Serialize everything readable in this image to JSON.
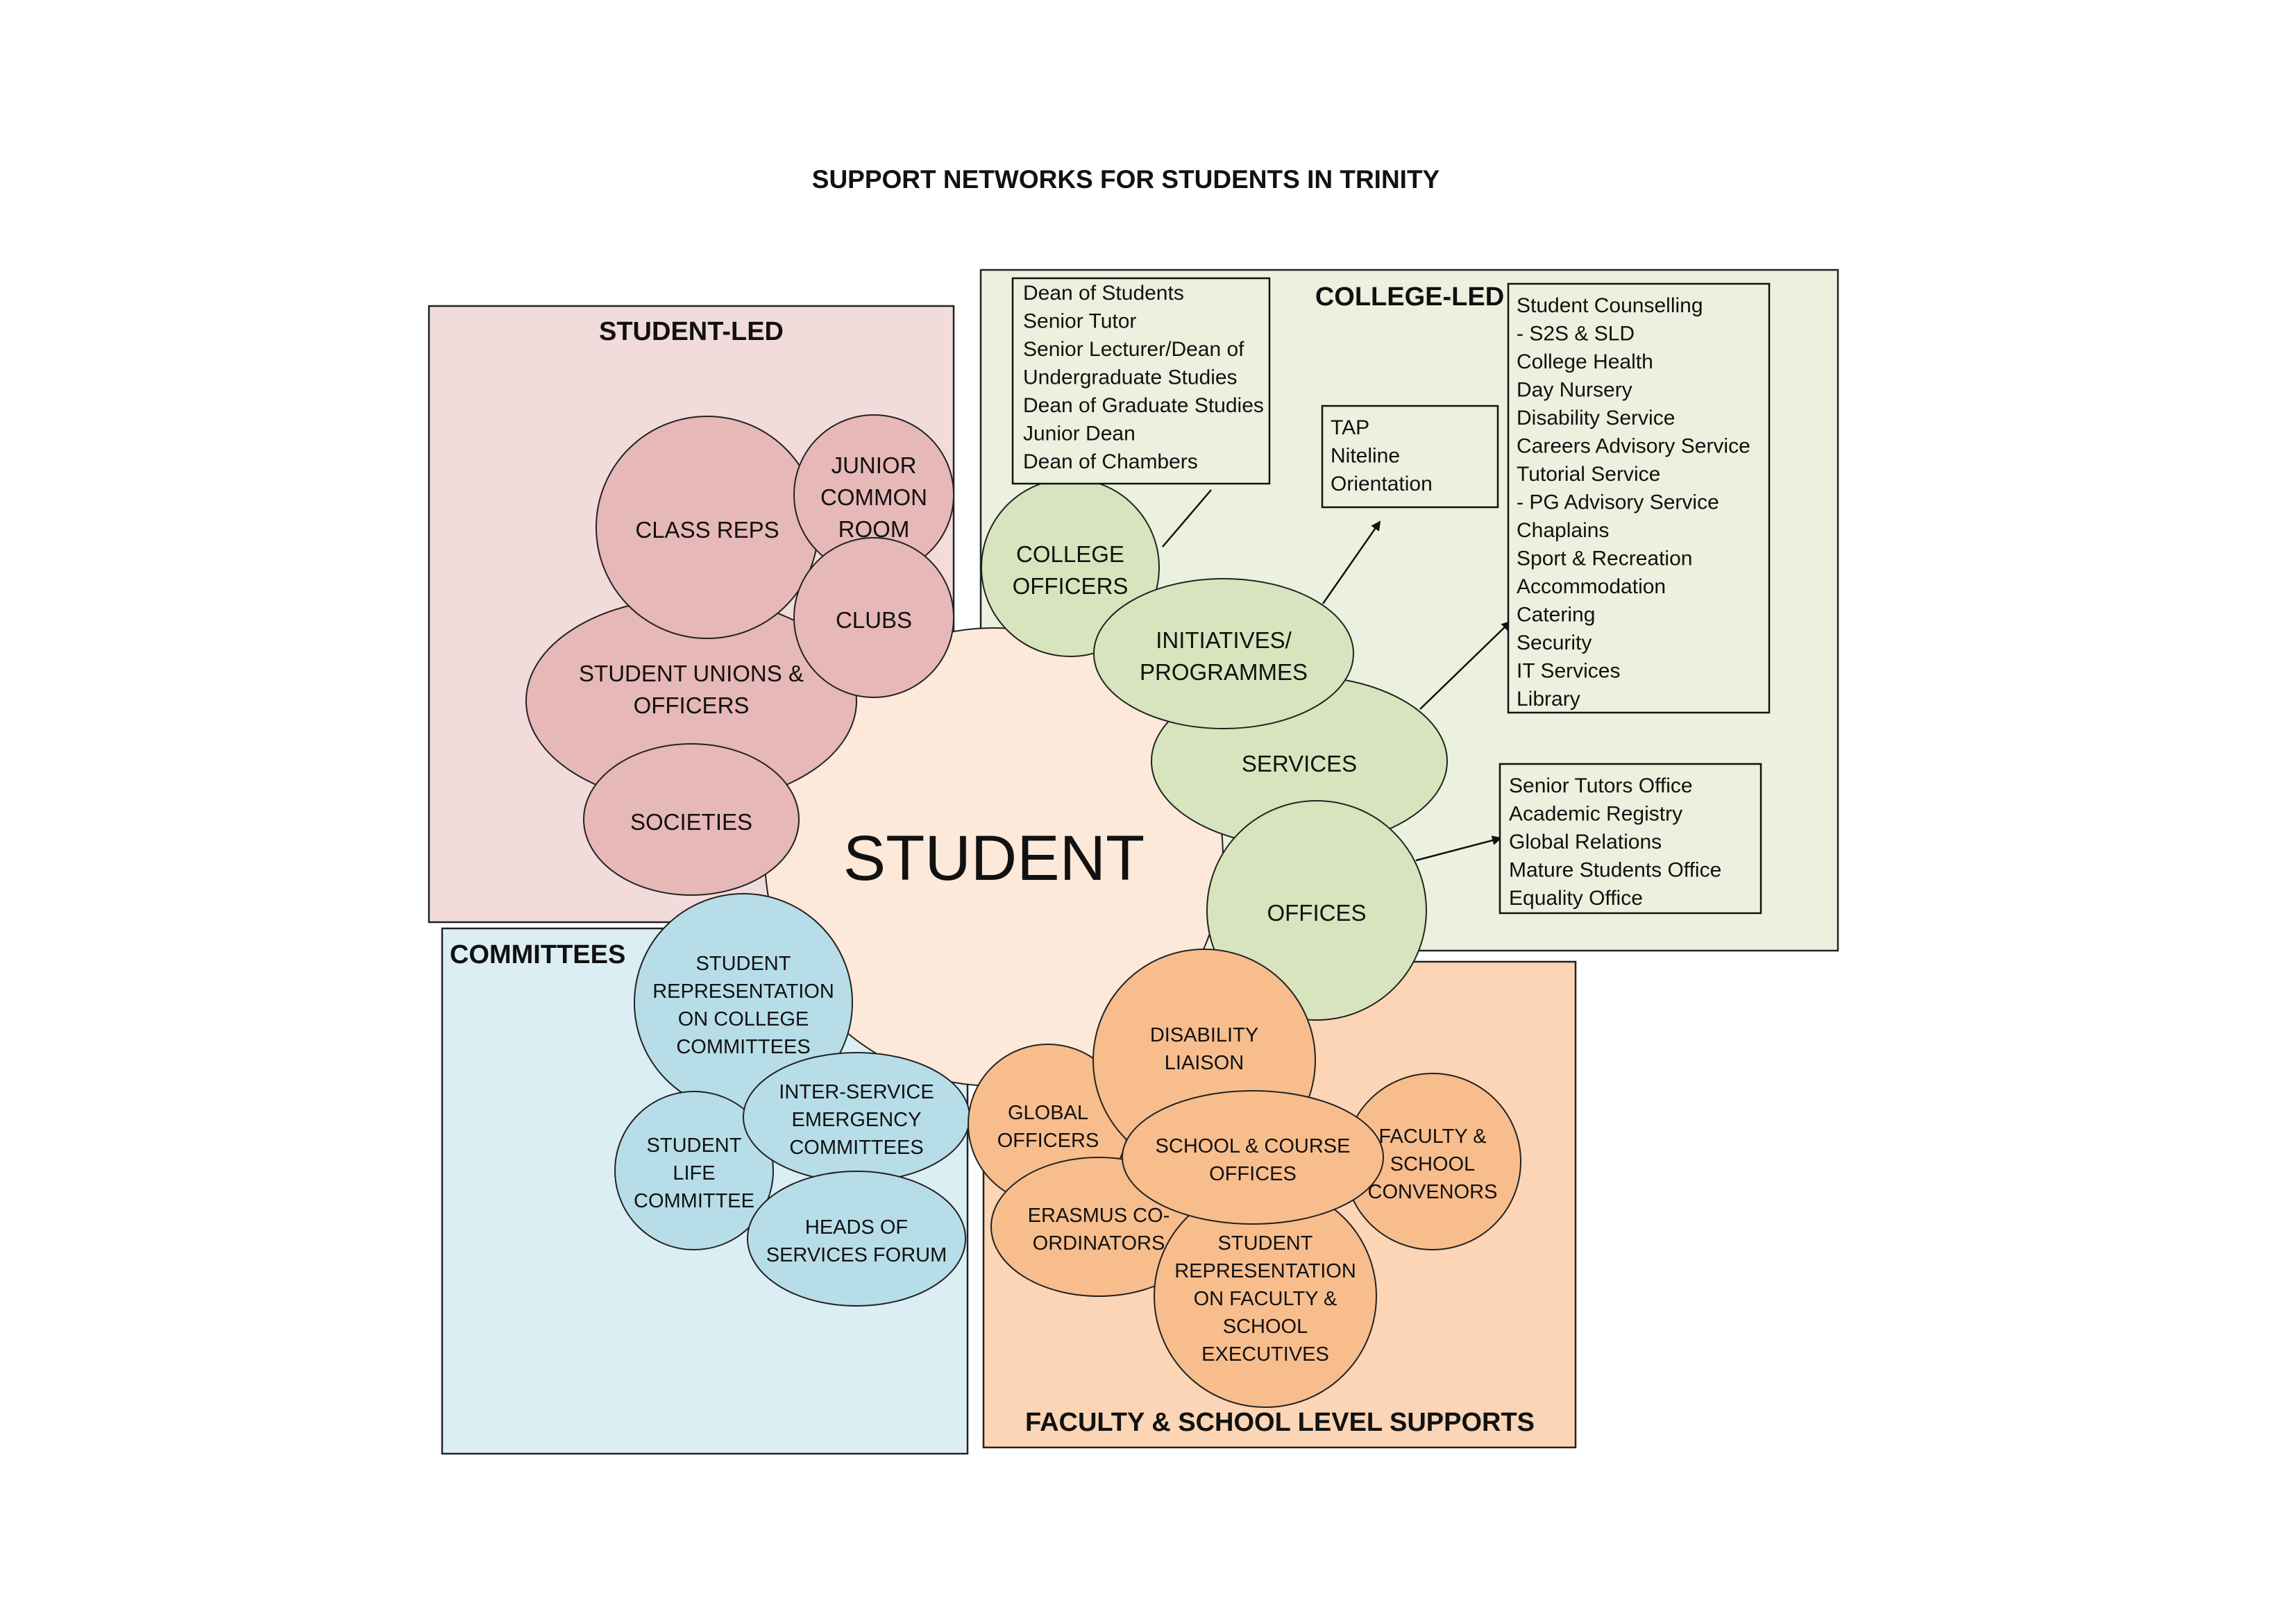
{
  "title": "SUPPORT NETWORKS FOR STUDENTS IN TRINITY",
  "center": "STUDENT",
  "colors": {
    "student_led_bg": "#f2dcdb",
    "student_led_node": "#e6b8b7",
    "college_led_bg": "#ebf1de",
    "college_led_node": "#d7e4bd",
    "committees_bg": "#dbeef4",
    "committees_node": "#b7dde8",
    "faculty_bg": "#fbd5b5",
    "faculty_node": "#f8bd8d",
    "center_fill": "#fde9d9",
    "outline": "#222222"
  },
  "regions": {
    "student_led": "STUDENT-LED",
    "college_led": "COLLEGE-LED",
    "committees": "COMMITTEES",
    "faculty": "FACULTY & SCHOOL LEVEL SUPPORTS"
  },
  "nodes": {
    "class_reps": [
      "CLASS REPS"
    ],
    "junior_common_room": [
      "JUNIOR",
      "COMMON",
      "ROOM"
    ],
    "clubs": [
      "CLUBS"
    ],
    "student_unions": [
      "STUDENT UNIONS &",
      "OFFICERS"
    ],
    "societies": [
      "SOCIETIES"
    ],
    "college_officers": [
      "COLLEGE",
      "OFFICERS"
    ],
    "initiatives": [
      "INITIATIVES/",
      "PROGRAMMES"
    ],
    "services": [
      "SERVICES"
    ],
    "offices": [
      "OFFICES"
    ],
    "student_rep_college": [
      "STUDENT",
      "REPRESENTATION",
      "ON COLLEGE",
      "COMMITTEES"
    ],
    "inter_service": [
      "INTER-SERVICE",
      "EMERGENCY",
      "COMMITTEES"
    ],
    "student_life": [
      "STUDENT",
      "LIFE",
      "COMMITTEE"
    ],
    "heads_services": [
      "HEADS OF",
      "SERVICES FORUM"
    ],
    "disability_liaison": [
      "DISABILITY",
      "LIAISON"
    ],
    "global_officers": [
      "GLOBAL",
      "OFFICERS"
    ],
    "school_course": [
      "SCHOOL & COURSE",
      "OFFICES"
    ],
    "faculty_convenors": [
      "FACULTY &",
      "SCHOOL",
      "CONVENORS"
    ],
    "erasmus": [
      "ERASMUS CO-",
      "ORDINATORS"
    ],
    "student_rep_faculty": [
      "STUDENT",
      "REPRESENTATION",
      "ON FACULTY &",
      "SCHOOL",
      "EXECUTIVES"
    ]
  },
  "lists": {
    "college_officers": [
      "Dean of Students",
      "Senior Tutor",
      "Senior Lecturer/Dean of",
      "Undergraduate Studies",
      "Dean of Graduate Studies",
      "Junior Dean",
      "Dean of Chambers"
    ],
    "initiatives": [
      "TAP",
      "Niteline",
      "Orientation"
    ],
    "services": [
      "Student Counselling",
      "- S2S & SLD",
      "College Health",
      "Day Nursery",
      "Disability Service",
      "Careers Advisory Service",
      "Tutorial Service",
      "- PG Advisory Service",
      "Chaplains",
      "Sport & Recreation",
      "Accommodation",
      "Catering",
      "Security",
      "IT Services",
      "Library"
    ],
    "offices": [
      "Senior Tutors Office",
      "Academic Registry",
      "Global Relations",
      "Mature Students Office",
      "Equality Office"
    ]
  }
}
